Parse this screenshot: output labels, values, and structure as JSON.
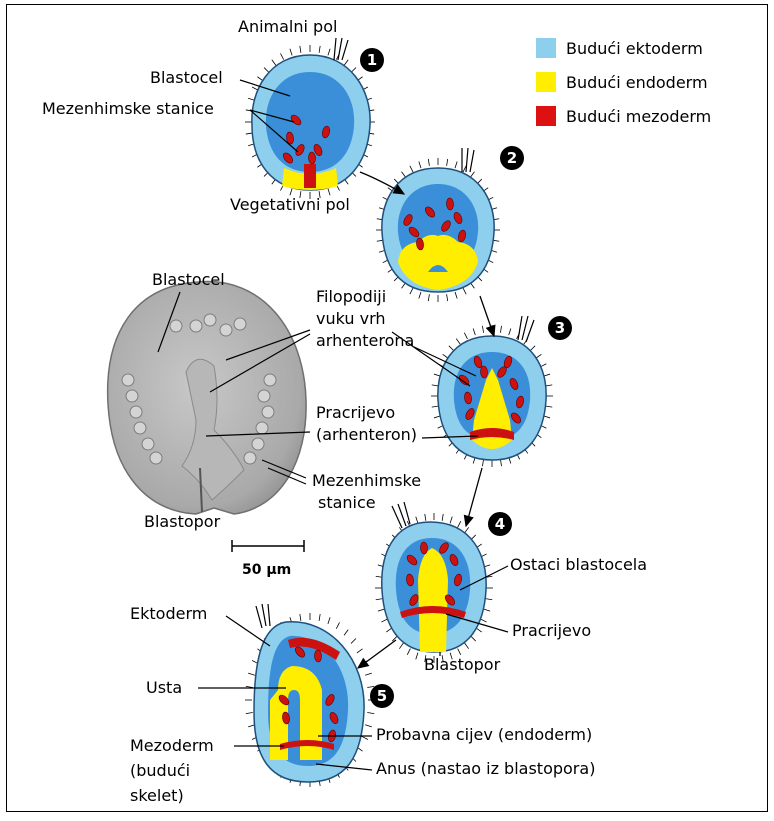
{
  "legend": {
    "items": [
      {
        "label": "Budući ektoderm",
        "color": "#8ecfee"
      },
      {
        "label": "Budući endoderm",
        "color": "#ffee00"
      },
      {
        "label": "Budući mezoderm",
        "color": "#dd1111"
      }
    ]
  },
  "colors": {
    "ectoderm": "#8ecfee",
    "blastocoel": "#3a8fd8",
    "endoderm": "#ffee00",
    "mesoderm": "#cc1111"
  },
  "stages": [
    "1",
    "2",
    "3",
    "4",
    "5"
  ],
  "labels": {
    "animal_pole": "Animalni pol",
    "blastocoel_1": "Blastocel",
    "mesenchyme_1": "Mezenhimske stanice",
    "vegetal_pole": "Vegetativni pol",
    "blastocoel_photo": "Blastocel",
    "filopodia": [
      "Filopodiji",
      "vuku vrh",
      "arhenterona"
    ],
    "archenteron": [
      "Pracrijevo",
      "(arhenteron)"
    ],
    "mesenchyme_2": [
      "Mezenhimske",
      "stanice"
    ],
    "blastopore_photo": "Blastopor",
    "scale": "50 μm",
    "blastocoel_remnant": "Ostaci blastocela",
    "primitive_gut": "Pracrijevo",
    "blastopore_4": "Blastopor",
    "ectoderm_5": "Ektoderm",
    "mouth": "Usta",
    "digestive_tube": "Probavna cijev (endoderm)",
    "mesoderm_5": [
      "Mezoderm",
      "(budući",
      "skelet)"
    ],
    "anus": "Anus (nastao iz blastopora)"
  }
}
